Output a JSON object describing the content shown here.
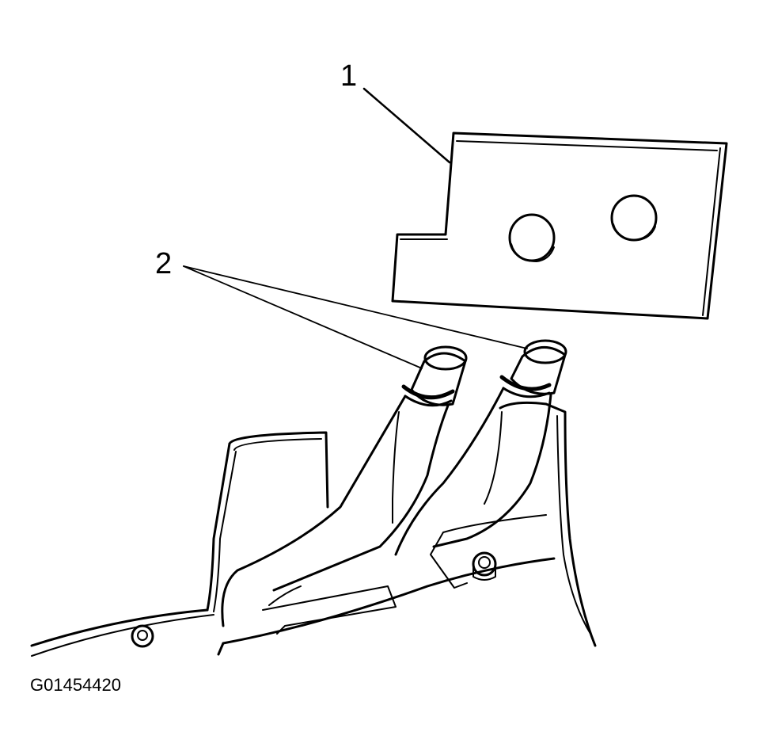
{
  "callouts": {
    "item_1": "1",
    "item_2": "2"
  },
  "figure_id": "G01454420"
}
